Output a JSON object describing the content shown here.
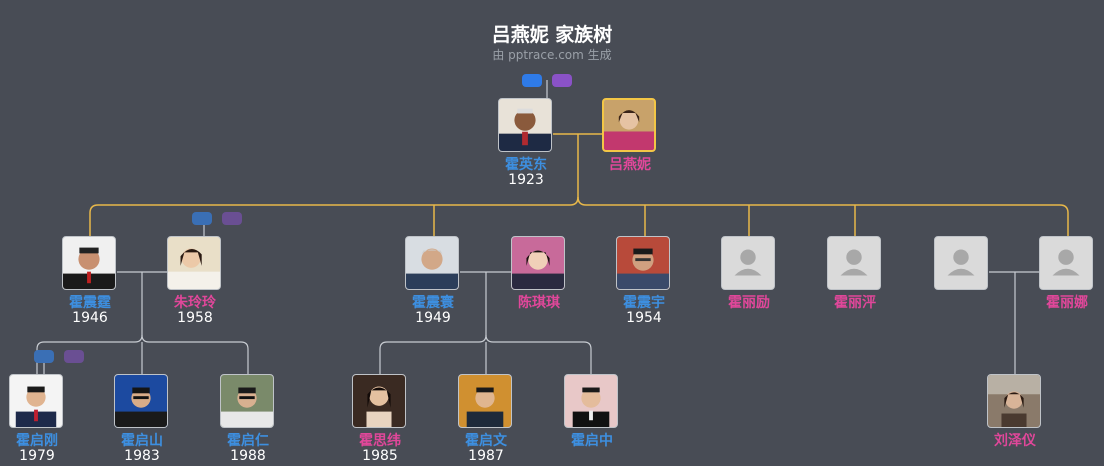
{
  "header": {
    "title": "吕燕妮 家族树",
    "subtitle": "由 pptrace.com 生成"
  },
  "colors": {
    "background": "#484c55",
    "male": "#3d8fe0",
    "female": "#e0479a",
    "primary_line": "#e8b84a",
    "secondary_line": "#c8ccd2",
    "selected_border": "#f3c646"
  },
  "people": {
    "huo_yingdong": {
      "name": "霍英东",
      "year": "1923",
      "gender": "male"
    },
    "lv_yanni": {
      "name": "吕燕妮",
      "year": "",
      "gender": "female",
      "selected": true
    },
    "huo_zhenting": {
      "name": "霍震霆",
      "year": "1946",
      "gender": "male"
    },
    "zhu_lingling": {
      "name": "朱玲玲",
      "year": "1958",
      "gender": "female"
    },
    "huo_zhenhuan": {
      "name": "霍震寰",
      "year": "1949",
      "gender": "male"
    },
    "chen_qiqi": {
      "name": "陈琪琪",
      "year": "",
      "gender": "female"
    },
    "huo_zhenyu": {
      "name": "霍震宇",
      "year": "1954",
      "gender": "male"
    },
    "huo_lili": {
      "name": "霍丽励",
      "year": "",
      "gender": "female"
    },
    "huo_liping": {
      "name": "霍丽泙",
      "year": "",
      "gender": "female"
    },
    "unknown_spouse": {
      "name": "",
      "year": "",
      "gender": "unknown"
    },
    "huo_lina": {
      "name": "霍丽娜",
      "year": "",
      "gender": "female"
    },
    "huo_qigang": {
      "name": "霍启刚",
      "year": "1979",
      "gender": "male"
    },
    "huo_qishan": {
      "name": "霍启山",
      "year": "1983",
      "gender": "male"
    },
    "huo_qiren": {
      "name": "霍启仁",
      "year": "1988",
      "gender": "male"
    },
    "huo_siwei": {
      "name": "霍思纬",
      "year": "1985",
      "gender": "female"
    },
    "huo_qiwen": {
      "name": "霍启文",
      "year": "1987",
      "gender": "male"
    },
    "huo_qizhong": {
      "name": "霍启中",
      "year": "",
      "gender": "male"
    },
    "liu_zeyi": {
      "name": "刘泽仪",
      "year": "",
      "gender": "female"
    }
  }
}
